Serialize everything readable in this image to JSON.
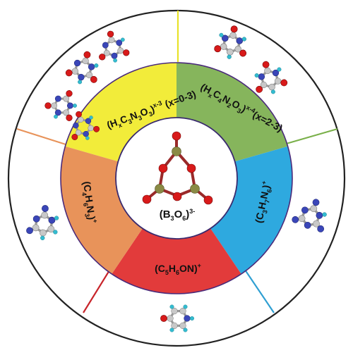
{
  "core": {
    "label_main": "(B",
    "label_sub1": "3",
    "label_mid": "O",
    "label_sub2": "6",
    "label_tail": ")",
    "label_sup": "3-"
  },
  "segments": [
    {
      "id": "yellow",
      "color": "#f2ec3a",
      "parts": [
        "(H",
        "x",
        "C",
        "3",
        "N",
        "3",
        "O",
        "3",
        ")",
        "x-3",
        " (x=0-3)"
      ]
    },
    {
      "id": "green",
      "color": "#86b55c",
      "parts": [
        "(H",
        "x",
        "C",
        "4",
        "N",
        "2",
        "O",
        "3",
        ")",
        "x-4",
        "(x=2-3)"
      ]
    },
    {
      "id": "blue",
      "color": "#2ea9df",
      "parts": [
        "(C",
        "3",
        "H",
        "7",
        "N",
        "6",
        ")",
        "+"
      ]
    },
    {
      "id": "red",
      "color": "#e23b3b",
      "parts": [
        "(C",
        "5",
        "H",
        "6",
        "ON)",
        "+"
      ]
    },
    {
      "id": "orange",
      "color": "#e8935a",
      "parts": [
        "(C",
        "4",
        "H",
        "6",
        "N",
        "3",
        ")",
        "+"
      ]
    }
  ],
  "divider_colors": {
    "yellow": "#e8e22a",
    "green": "#7ab04a",
    "blue": "#2f9fd2",
    "red": "#c8242a",
    "orange": "#e8935a"
  }
}
